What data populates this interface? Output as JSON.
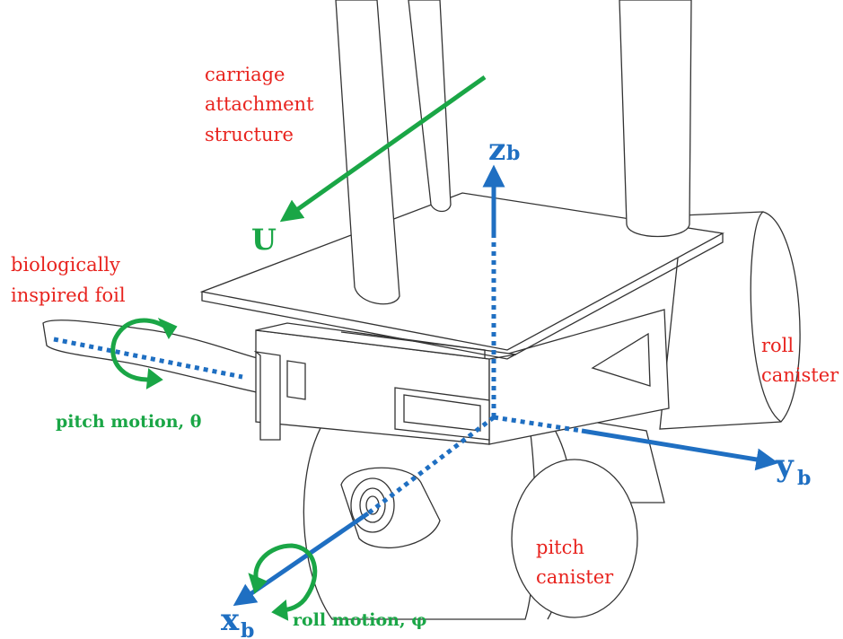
{
  "labels": {
    "carriage": [
      "carriage",
      "attachment",
      "structure"
    ],
    "foil": [
      "biologically",
      "inspired foil"
    ],
    "roll_canister": [
      "roll",
      "canister"
    ],
    "pitch_canister": [
      "pitch",
      "canister"
    ],
    "pitch_motion": "pitch motion, θ",
    "roll_motion": "roll motion, φ",
    "flow": "U",
    "axis_z": {
      "main": "z",
      "sub": "b"
    },
    "axis_y": {
      "main": "y",
      "sub": "b"
    },
    "axis_x": {
      "main": "x",
      "sub": "b"
    }
  },
  "colors": {
    "label_red": "#e8231e",
    "motion_green": "#1aa646",
    "axis_blue": "#1f6fc2",
    "drawing_gray": "#333333"
  }
}
